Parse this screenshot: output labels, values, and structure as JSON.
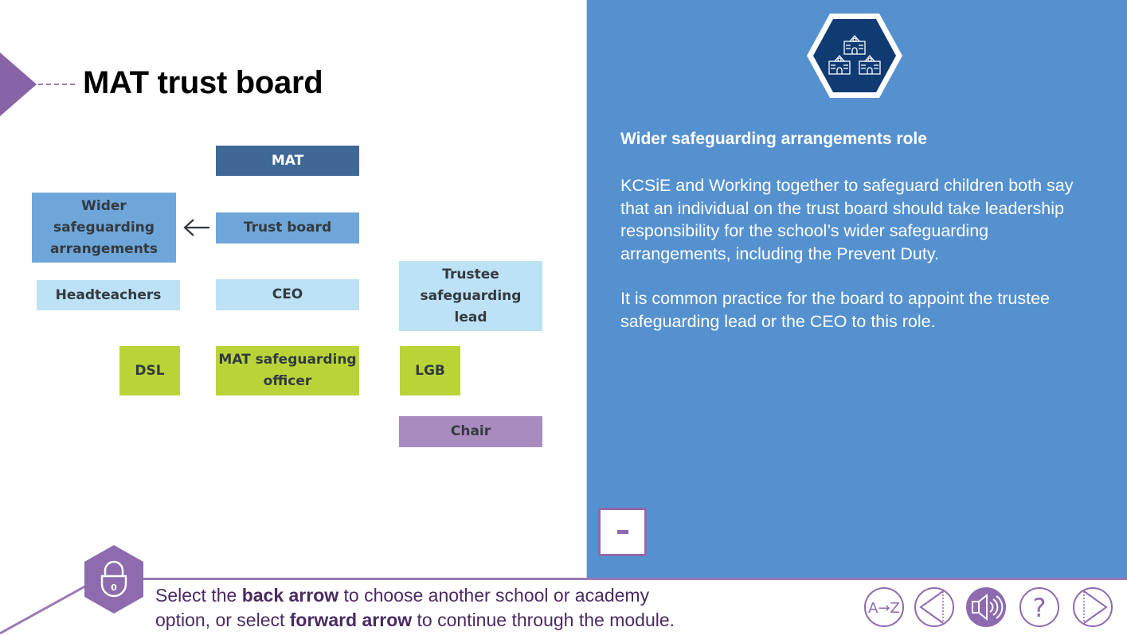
{
  "page": {
    "title": "MAT trust board"
  },
  "diagram": {
    "arrow_from": "Trust board",
    "arrow_to": "Wider safeguarding arrangements",
    "boxes": [
      {
        "id": "mat",
        "label": "MAT",
        "style": "dark",
        "color": "#3f6896"
      },
      {
        "id": "trust-board",
        "label": "Trust board",
        "style": "mid",
        "color": "#6fa6d9"
      },
      {
        "id": "wider-safeguarding",
        "label": "Wider safeguarding arrangements",
        "lines": [
          "Wider",
          "safeguarding",
          "arrangements"
        ],
        "style": "mid",
        "color": "#6fa6d9"
      },
      {
        "id": "headteachers",
        "label": "Headteachers",
        "style": "light",
        "color": "#bde1f5"
      },
      {
        "id": "ceo",
        "label": "CEO",
        "style": "light",
        "color": "#bde1f5"
      },
      {
        "id": "trustee-safeguarding-lead",
        "label": "Trustee safeguarding lead",
        "lines": [
          "Trustee",
          "safeguarding",
          "lead"
        ],
        "style": "light",
        "color": "#bde1f5"
      },
      {
        "id": "dsl",
        "label": "DSL",
        "style": "green",
        "color": "#bad438"
      },
      {
        "id": "mat-safeguarding-officer",
        "label": "MAT safeguarding officer",
        "lines": [
          "MAT safeguarding",
          "officer"
        ],
        "style": "green",
        "color": "#bad438"
      },
      {
        "id": "lgb",
        "label": "LGB",
        "style": "green",
        "color": "#bad438"
      },
      {
        "id": "chair",
        "label": "Chair",
        "style": "purple",
        "color": "#a98bc0"
      }
    ]
  },
  "info_panel": {
    "icon": "schools-icon",
    "heading": "Wider safeguarding arrangements role",
    "paragraph_1": "KCSiE and Working together to safeguard children both say that an individual on the trust board should take leadership responsibility for the school’s wider safeguarding arrangements, including the Prevent Duty.",
    "paragraph_2": "It is common practice for the board to appoint the trustee safeguarding lead or the CEO to this role.",
    "collapse_label": "-",
    "background_color": "#5591cf"
  },
  "footer": {
    "lock_count": "0",
    "instruction": {
      "part1": "Select the ",
      "bold1": "back arrow",
      "part2": " to choose another school or academy",
      "part3": "option, or select ",
      "bold2": "forward arrow",
      "part4": " to continue through the module."
    },
    "nav_buttons": [
      {
        "id": "glossary",
        "icon": "a-to-z-icon",
        "label": "A→Z"
      },
      {
        "id": "back",
        "icon": "back-arrow-icon"
      },
      {
        "id": "audio",
        "icon": "speaker-icon",
        "active": true
      },
      {
        "id": "help",
        "icon": "help-icon",
        "label": "?"
      },
      {
        "id": "forward",
        "icon": "forward-arrow-icon"
      }
    ],
    "accent_color": "#8e6aae"
  }
}
